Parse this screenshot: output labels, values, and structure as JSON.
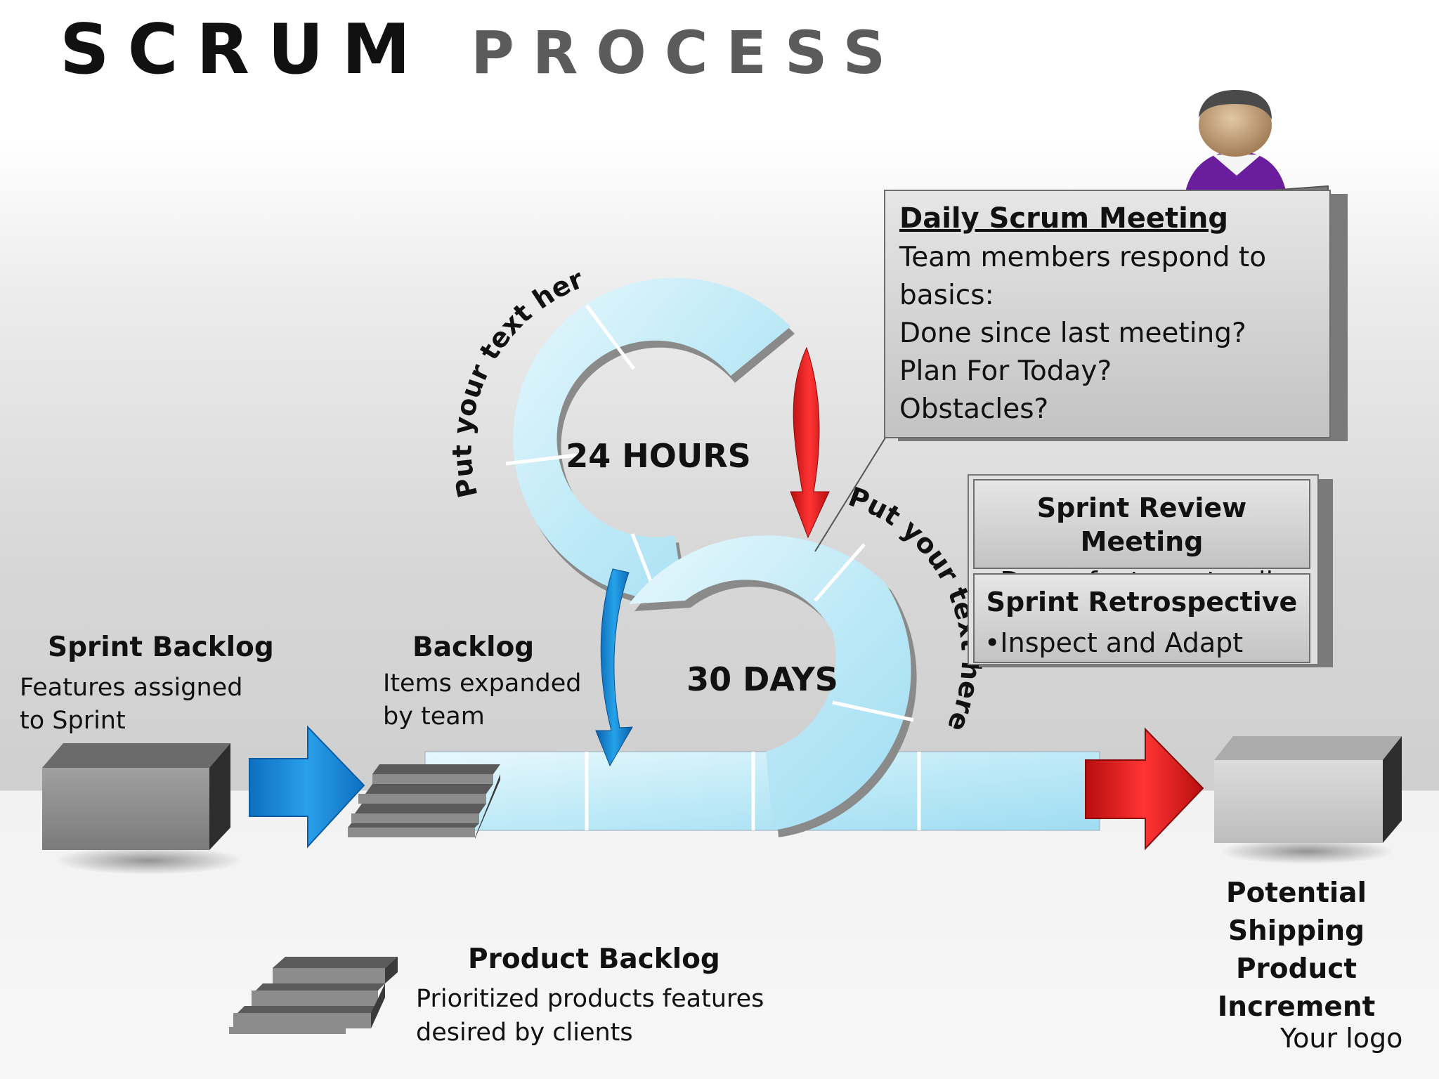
{
  "title": {
    "word1": "SCRUM",
    "word2": "PROCESS"
  },
  "cycle": {
    "inner_label": "24 HOURS",
    "outer_label": "30 DAYS",
    "arc_text_top": "Put your text here",
    "arc_text_right": "Put your text here"
  },
  "daily_scrum": {
    "heading": "Daily Scrum Meeting",
    "lines": [
      "Team members respond to",
      "basics:",
      "Done since last meeting?",
      "Plan For Today?",
      "Obstacles?"
    ]
  },
  "sprint_review": {
    "heading": "Sprint Review Meeting",
    "item": "•Demo features to all"
  },
  "sprint_retro": {
    "heading": "Sprint Retrospective",
    "item": "•Inspect and Adapt"
  },
  "sprint_backlog": {
    "heading": "Sprint Backlog",
    "lines": [
      "Features assigned",
      "to Sprint"
    ]
  },
  "backlog": {
    "heading": "Backlog",
    "lines": [
      "Items expanded",
      "by team"
    ]
  },
  "product_backlog": {
    "heading": "Product Backlog",
    "lines": [
      "Prioritized products features",
      "desired by clients"
    ]
  },
  "increment": {
    "lines": [
      "Potential Shipping",
      "Product Increment"
    ]
  },
  "logo_text": "Your logo",
  "colors": {
    "blue_arrow": "#1a86d6",
    "red_arrow": "#e01818",
    "ring": "#bfeaf7",
    "gray_box": "#8a8a8a"
  }
}
